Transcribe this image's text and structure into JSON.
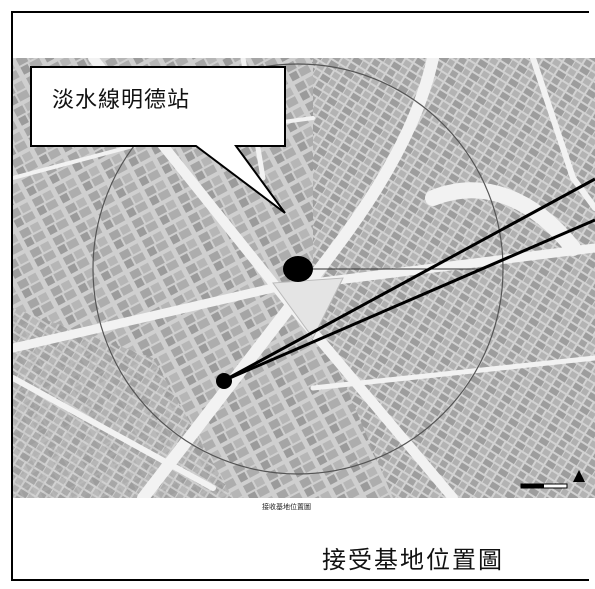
{
  "station_label": "淡水線明德站",
  "page_title": "接受基地位置圖",
  "map_caption": "接收基地位置圖",
  "colors": {
    "map_background": "#d4d4d4",
    "building": "#a9a9a9",
    "building_dark": "#8f8f8f",
    "road": "#f1f1f1",
    "marker": "#000000"
  }
}
